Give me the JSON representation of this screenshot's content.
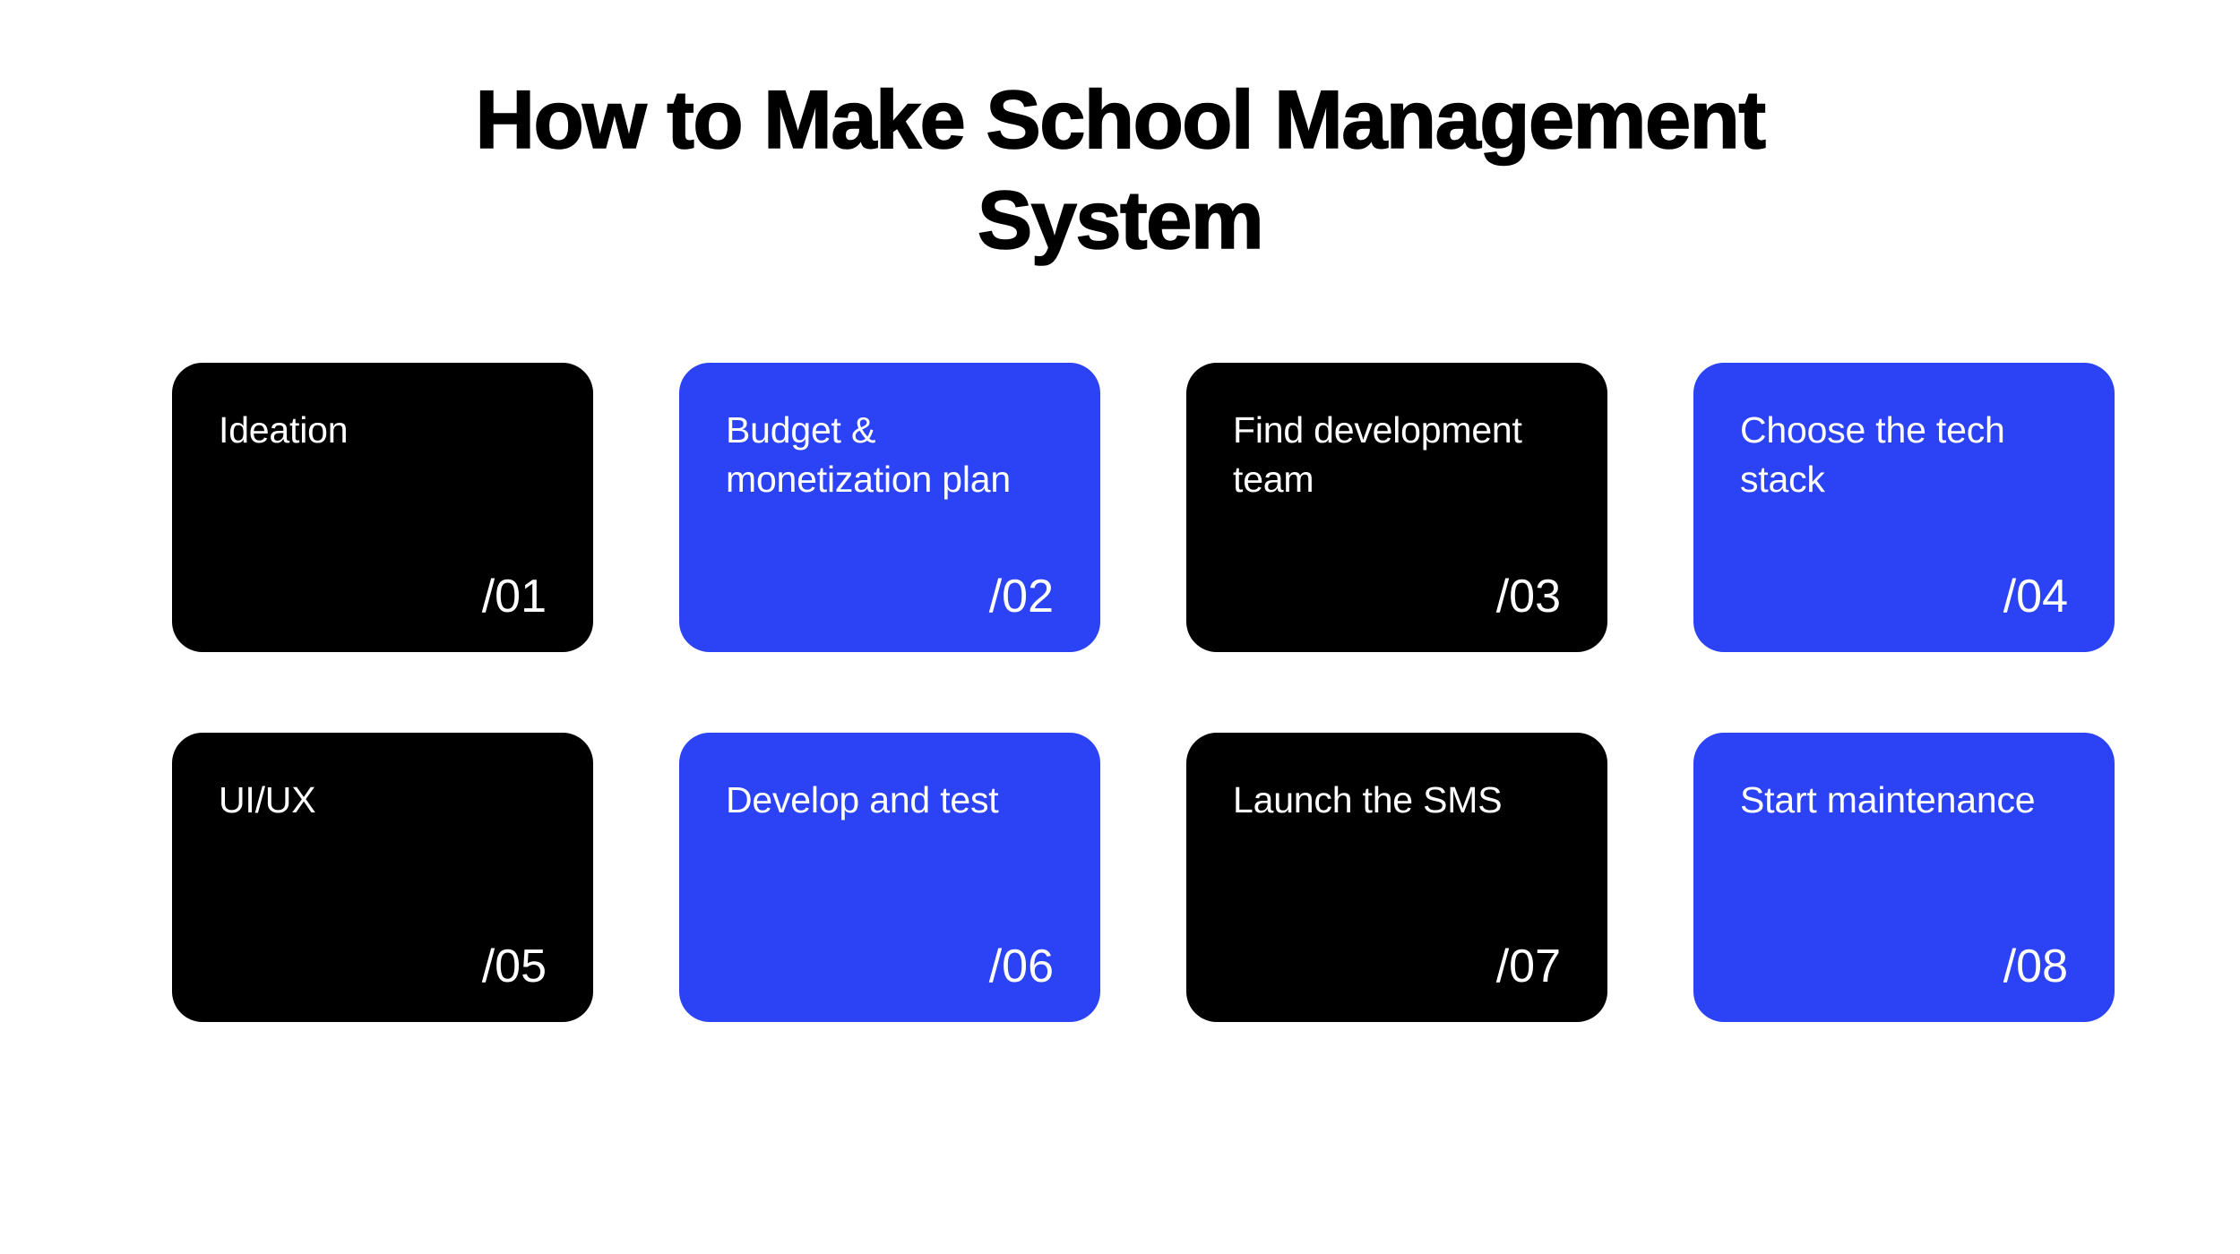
{
  "page": {
    "background_color": "#ffffff",
    "title_line_1": "How to Make School",
    "title_line_2": "Management System",
    "title_full": "How to Make School Management System"
  },
  "theme": {
    "dark_card_color": "#000000",
    "blue_card_color": "#2b43f5",
    "text_color_on_card": "#ffffff",
    "title_color": "#000000"
  },
  "steps": [
    {
      "label": "Ideation",
      "number": "/01",
      "style": "dark"
    },
    {
      "label": "Budget & monetization plan",
      "number": "/02",
      "style": "blue"
    },
    {
      "label": "Find development team",
      "number": "/03",
      "style": "dark"
    },
    {
      "label": "Choose the tech stack",
      "number": "/04",
      "style": "blue"
    },
    {
      "label": "UI/UX",
      "number": "/05",
      "style": "dark"
    },
    {
      "label": "Develop and test",
      "number": "/06",
      "style": "blue"
    },
    {
      "label": "Launch the SMS",
      "number": "/07",
      "style": "dark"
    },
    {
      "label": "Start maintenance",
      "number": "/08",
      "style": "blue"
    }
  ]
}
